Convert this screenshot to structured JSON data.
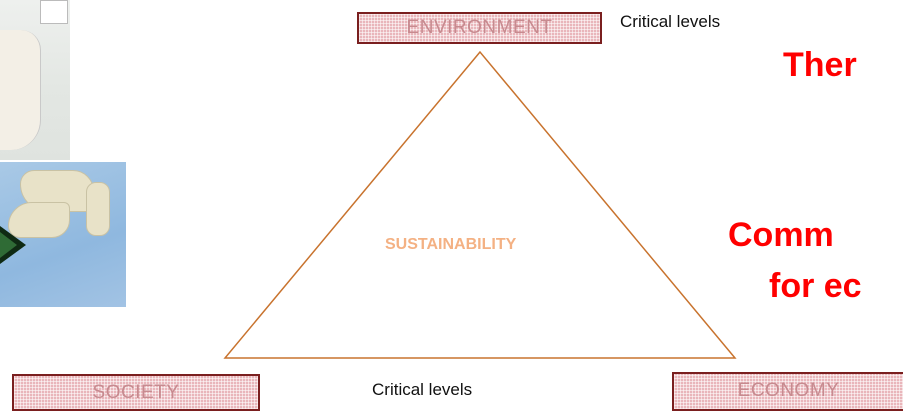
{
  "diagram": {
    "top_label": "ENVIRONMENT",
    "left_label": "SOCIETY",
    "right_label": "ECONOMY",
    "center_label": "SUSTAINABILITY",
    "critical_top": "Critical levels",
    "critical_bottom": "Critical levels"
  },
  "red_text": {
    "line1": "Ther",
    "line2": "Comm",
    "line3": "for ec"
  },
  "colors": {
    "triangle_stroke": "#c8732e",
    "label_border": "#7a1f1f",
    "label_fill": "#e9b6bb",
    "sustainability_text": "#f4b183",
    "headline_red": "#ff0000"
  }
}
